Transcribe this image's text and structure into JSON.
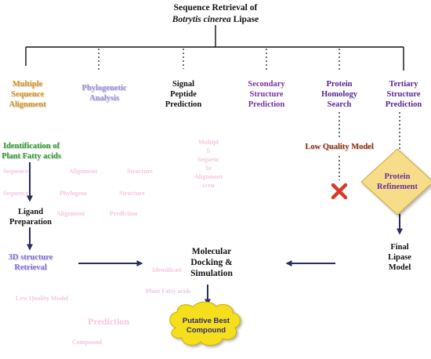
{
  "title": {
    "line1": "Sequence Retrieval of",
    "line2_italic": "Botrytis cinerea",
    "line2_rest": " Lipase"
  },
  "branches": [
    {
      "lines": [
        "Multiple",
        "Sequence",
        "Alignment"
      ],
      "color": "#d9941a"
    },
    {
      "lines": [
        "Phylogenetic",
        "Analysis"
      ],
      "color": "#9b8fe0"
    },
    {
      "lines": [
        "Signal",
        "Peptide",
        "Prediction"
      ],
      "color": "#111111"
    },
    {
      "lines": [
        "Secondary",
        "Structure",
        "Prediction"
      ],
      "color": "#7a2f9a"
    },
    {
      "lines": [
        "Protein",
        "Homology",
        "Search"
      ],
      "color": "#5a1f8f"
    },
    {
      "lines": [
        "Tertiary",
        "Structure",
        "Prediction"
      ],
      "color": "#5a1f8f"
    }
  ],
  "left_flow": {
    "identification": {
      "lines": [
        "Identification of",
        "Plant Fatty acids"
      ],
      "color": "#2e9e2e"
    },
    "ligand": {
      "lines": [
        "Ligand",
        "Preparation"
      ],
      "color": "#111111"
    },
    "retrieval": {
      "lines": [
        "3D structure",
        "Retrieval"
      ],
      "color": "#8a6ee0"
    }
  },
  "right_flow": {
    "low_quality": {
      "label": "Low Quality Model",
      "color": "#9a2f10"
    },
    "reject_mark": "✕",
    "refinement": {
      "lines": [
        "Protein",
        "Refinement"
      ],
      "fill": "#f7dc8a",
      "text_color": "#6a2f9a"
    },
    "final": {
      "lines": [
        "Final",
        "Lipase",
        "Model"
      ],
      "color": "#111111"
    }
  },
  "center": {
    "docking": {
      "lines": [
        "Molecular",
        "Docking &",
        "Simulation"
      ],
      "color": "#111111"
    },
    "result": {
      "lines": [
        "Putative Best",
        "Compound"
      ],
      "fill": "#f5de1a",
      "text_color": "#2a2a7a"
    }
  },
  "faint_text": {
    "col_multiple": [
      "Multipl",
      "S",
      "Sequenc",
      "Se",
      "Alignment",
      "cceu"
    ],
    "sequence": "Sequence",
    "sequence2": "Sequence",
    "alignment": "Alignment",
    "alignment2": "Alignment",
    "phylogenetic": "Phylogene",
    "structure": "Structure",
    "structure2": "Structure",
    "prediction": "Prediction",
    "prediction2": "Prediction",
    "low_quality": "Low Quality Model",
    "identification": "Identificati",
    "plant_fatty": "Plant Fatty acids",
    "compound": "Compound"
  }
}
